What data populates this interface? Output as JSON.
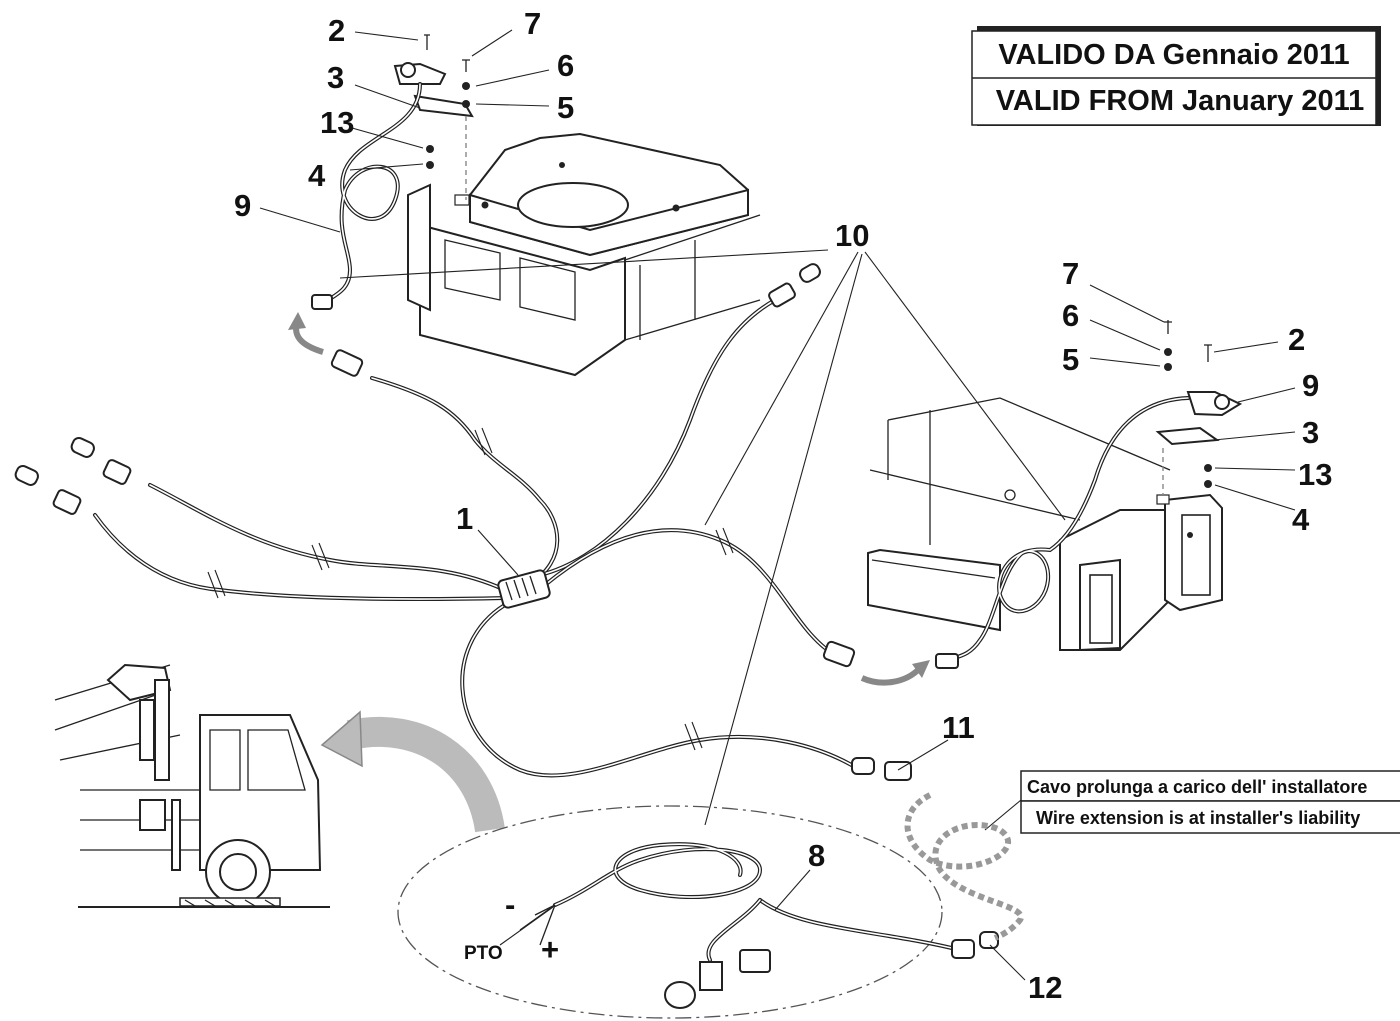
{
  "validity": {
    "italian": "VALIDO DA Gennaio 2011",
    "english": "VALID FROM January 2011"
  },
  "note": {
    "italian": "Cavo prolunga a carico dell' installatore",
    "english": "Wire extension is at installer's liability"
  },
  "wire_labels": {
    "pto": "PTO",
    "minus": "-",
    "plus": "+"
  },
  "callouts": {
    "c1": "1",
    "c2_top": "2",
    "c2_right": "2",
    "c3_top": "3",
    "c3_right": "3",
    "c4_top": "4",
    "c4_right": "4",
    "c5_top": "5",
    "c5_right": "5",
    "c6_top": "6",
    "c6_right": "6",
    "c7_top": "7",
    "c7_right": "7",
    "c8": "8",
    "c9_top": "9",
    "c9_right": "9",
    "c10": "10",
    "c11": "11",
    "c12": "12",
    "c13_top": "13",
    "c13_right": "13"
  }
}
